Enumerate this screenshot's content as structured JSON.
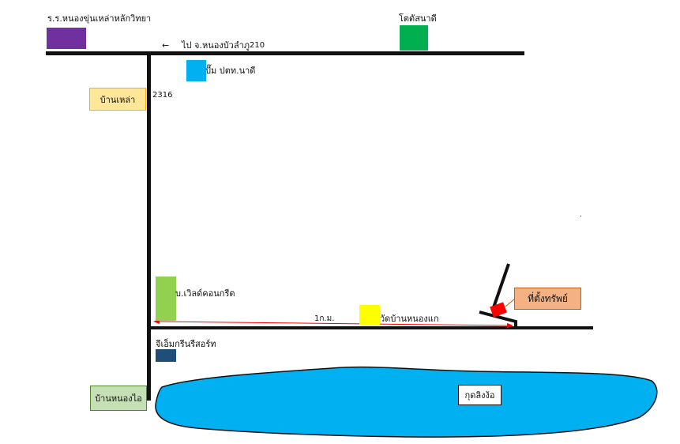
{
  "places": {
    "school": {
      "label": "ร.ร.หนองขุ่นเหล่าหลักวิทยา",
      "color": "#7030a0"
    },
    "top_right": {
      "label": "โตตัสนาดี",
      "color": "#00b050"
    },
    "gas_station": {
      "label": "ปั๊ม ปตท.นาดี",
      "color": "#00b0f0"
    },
    "ban_lao": {
      "label": "บ้านเหล่า",
      "color": "#ffe699"
    },
    "concrete": {
      "label": "บ.เวิลด์คอนกรีต",
      "color": "#92d050"
    },
    "temple": {
      "label": "วัดบ้านหนองแก",
      "color": "#ffff00"
    },
    "resort": {
      "label": "จีเอ็มกรีนรีสอร์ท",
      "color": "#1f4e79"
    },
    "ban_nong_ai": {
      "label": "บ้านหนองไอ",
      "color": "#c5e0b4"
    },
    "property": {
      "label": "ที่ตั้งทรัพย์",
      "color": "#f4b183",
      "marker_color": "#ff0000"
    },
    "lake": {
      "label": "กุดลิงง้อ",
      "color": "#00b0f0"
    }
  },
  "roads": {
    "direction": "ไป จ.หนองบัวลำภู",
    "route_210": "210",
    "route_2316": "2316"
  },
  "distance": {
    "label": "1ก.ม.",
    "color": "#ff0000"
  }
}
